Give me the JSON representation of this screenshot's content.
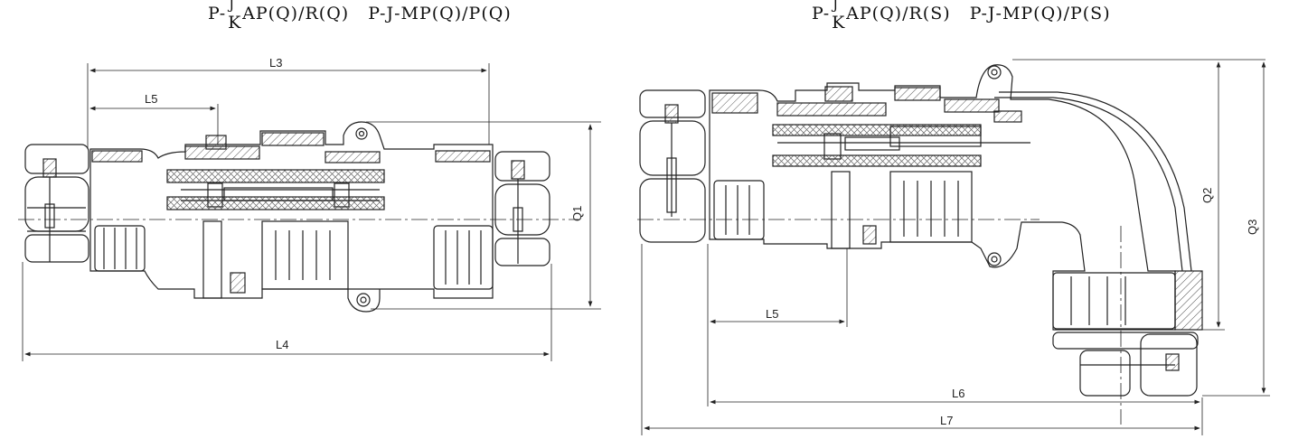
{
  "titles": {
    "left": {
      "prefix": "P-",
      "sup": "J",
      "sub": "K",
      "rest": "AP(Q)/R(Q)   P-J-MP(Q)/P(Q)"
    },
    "right": {
      "prefix": "P-",
      "sup": "J",
      "sub": "K",
      "rest": "AP(Q)/R(S)   P-J-MP(Q)/P(S)"
    }
  },
  "dimensions": {
    "l3": "L3",
    "l5_left": "L5",
    "l4": "L4",
    "q1": "Q1",
    "l5_right": "L5",
    "l6": "L6",
    "l7": "L7",
    "q2": "Q2",
    "q3": "Q3"
  },
  "colors": {
    "line": "#222222",
    "hatch": "#555555"
  }
}
